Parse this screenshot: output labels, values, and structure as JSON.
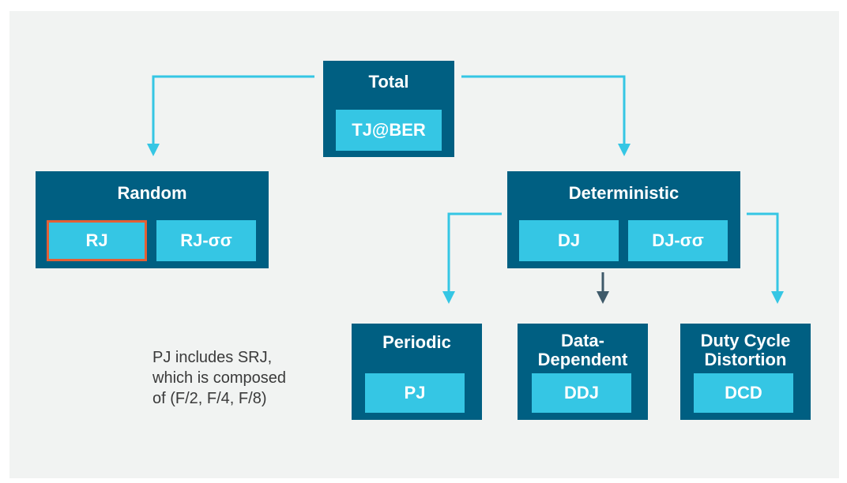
{
  "colors": {
    "background": "#f1f3f2",
    "node": "#005f82",
    "chip": "#35c6e4",
    "connector": "#35c6e4",
    "connector_dark": "#3f5a6a",
    "highlight_border": "#e35f35",
    "note_text": "#3a3a3a"
  },
  "total": {
    "title": "Total",
    "chip": "TJ@BER"
  },
  "random": {
    "title": "Random",
    "chips": [
      "RJ",
      "RJ-σσ"
    ]
  },
  "deterministic": {
    "title": "Deterministic",
    "chips": [
      "DJ",
      "DJ-σσ"
    ]
  },
  "periodic": {
    "title": "Periodic",
    "chip": "PJ"
  },
  "data_dependent": {
    "title_lines": [
      "Data-",
      "Dependent"
    ],
    "chip": "DDJ"
  },
  "duty_cycle": {
    "title_lines": [
      "Duty Cycle",
      "Distortion"
    ],
    "chip": "DCD"
  },
  "note": {
    "lines": [
      "PJ includes SRJ,",
      "which is composed",
      "of (F/2, F/4, F/8)"
    ]
  }
}
